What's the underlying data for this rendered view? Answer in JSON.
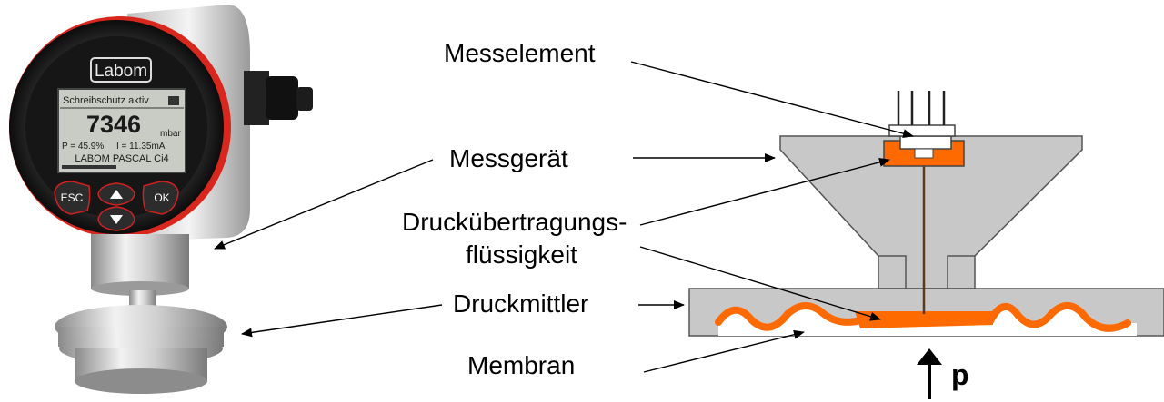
{
  "device": {
    "brand": "Labom",
    "status": "Schreibschutz aktiv",
    "reading_value": "7346",
    "reading_unit": "mbar",
    "percent": "P = 45.9%",
    "current": "I = 11.35mA",
    "model": "LABOM PASCAL Ci4",
    "btn_esc": "ESC",
    "btn_ok": "OK"
  },
  "labels": {
    "messelement": "Messelement",
    "messgeraet": "Messgerät",
    "fluessigkeit_line1": "Druckübertragungs-",
    "fluessigkeit_line2": "flüssigkeit",
    "druckmittler": "Druckmittler",
    "membran": "Membran",
    "pressure": "p"
  },
  "colors": {
    "fluid": "#ff6a00",
    "body_gray": "#c8c8c8",
    "outline": "#555555"
  }
}
